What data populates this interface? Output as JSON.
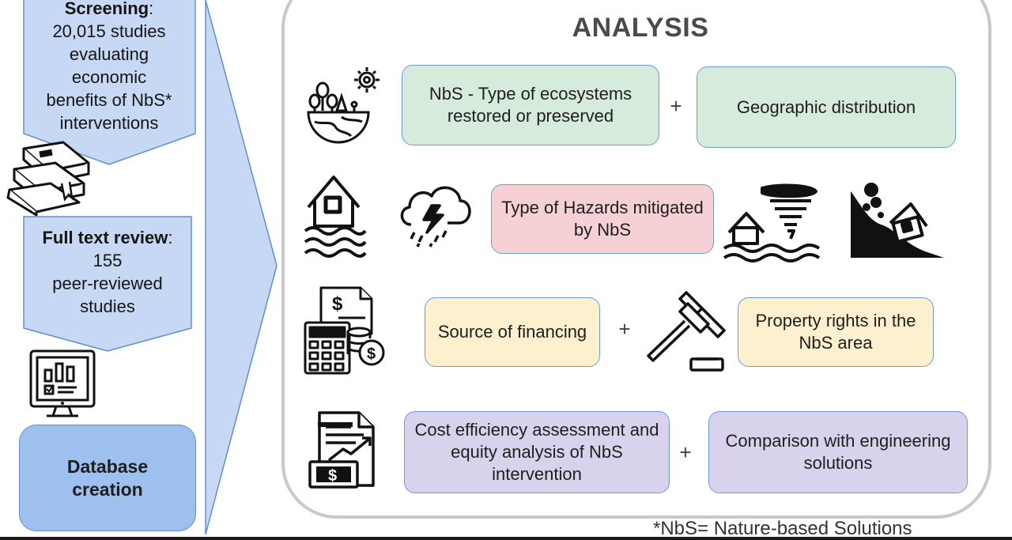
{
  "left_flow": {
    "screening": {
      "bold": "Screening",
      "suffix": ":",
      "lines": [
        "20,015 studies",
        "evaluating",
        "economic",
        "benefits of NbS*",
        "interventions"
      ]
    },
    "full_text": {
      "bold": "Full text review",
      "suffix": ":",
      "lines": [
        "155",
        "peer-reviewed",
        "studies"
      ]
    },
    "database": {
      "label_line1": "Database",
      "label_line2": "creation"
    }
  },
  "analysis": {
    "title": "ANALYSIS",
    "rows": [
      {
        "boxes": [
          "NbS - Type of ecosystems restored or preserved",
          "Geographic distribution"
        ],
        "connector": "+"
      },
      {
        "boxes": [
          "Type of Hazards mitigated by NbS"
        ]
      },
      {
        "boxes": [
          "Source of financing",
          "Property rights in the NbS area"
        ],
        "connector": "+"
      },
      {
        "boxes": [
          "Cost efficiency assessment and equity analysis of NbS intervention",
          "Comparison with engineering solutions"
        ],
        "connector": "+"
      }
    ]
  },
  "footnote": "*NbS= Nature-based Solutions",
  "colors": {
    "green": "#d6ebdc",
    "red": "#f5d0d4",
    "yellow": "#fdf0cf",
    "purple": "#d9d2ec",
    "blue": "#c6d8f4"
  },
  "icons": [
    "ecosystem-icon",
    "gear-icon",
    "books-icon",
    "computer-chart-icon",
    "flood-house-icon",
    "storm-cloud-icon",
    "tornado-icon",
    "landslide-icon",
    "calculator-money-icon",
    "gavel-icon",
    "cost-document-icon"
  ]
}
